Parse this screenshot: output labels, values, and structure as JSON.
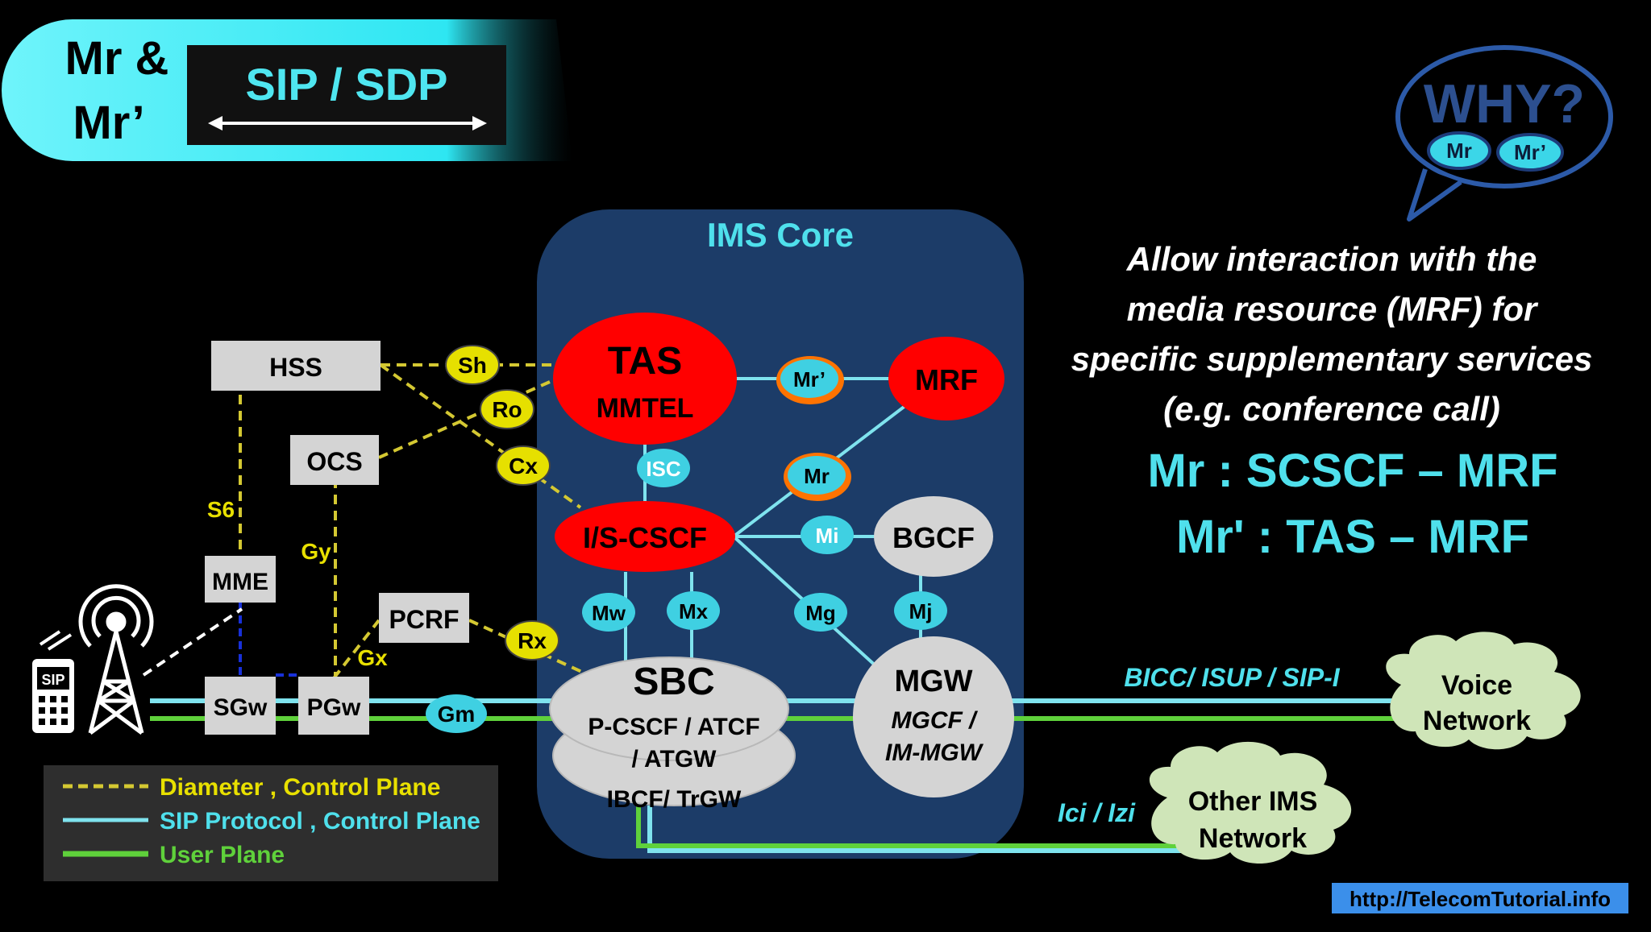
{
  "header": {
    "badge_line1": "Mr &",
    "badge_line2": "Mr’",
    "protocol": "SIP / SDP"
  },
  "bubble": {
    "question": "WHY?",
    "chip_mr": "Mr",
    "chip_mr_prime": "Mr’"
  },
  "explanation": {
    "lines": [
      "Allow interaction with the",
      "media resource (MRF) for",
      "specific supplementary services",
      "(e.g. conference call)"
    ],
    "def_mr": "Mr : SCSCF – MRF",
    "def_mr_prime": "Mr' : TAS – MRF"
  },
  "ims_core": {
    "title": "IMS Core",
    "tas": {
      "line1": "TAS",
      "line2": "MMTEL"
    },
    "mrf": "MRF",
    "cscf": "I/S-CSCF",
    "bgcf": "BGCF",
    "sbc": {
      "title": "SBC",
      "line1": "P-CSCF / ATCF",
      "line2": "/ ATGW",
      "line3": "IBCF/ TrGW"
    },
    "mgw": {
      "title": "MGW",
      "line1": "MGCF /",
      "line2": "IM-MGW"
    }
  },
  "epc": {
    "hss": "HSS",
    "ocs": "OCS",
    "pcrf": "PCRF",
    "mme": "MME",
    "sgw": "SGw",
    "pgw": "PGw",
    "ue_label": "SIP"
  },
  "interfaces": {
    "sh": "Sh",
    "ro": "Ro",
    "cx": "Cx",
    "rx": "Rx",
    "isc": "ISC",
    "mr_prime": "Mr’",
    "mr": "Mr",
    "mi": "Mi",
    "mw": "Mw",
    "mx": "Mx",
    "mg": "Mg",
    "mj": "Mj",
    "gm": "Gm",
    "s6": "S6",
    "gy": "Gy",
    "gx": "Gx"
  },
  "external": {
    "voice_line1": "Voice",
    "voice_line2": "Network",
    "bicc_label": "BICC/ ISUP / SIP-I",
    "other_line1": "Other IMS",
    "other_line2": "Network",
    "ici_label": "Ici / Izi"
  },
  "legend": {
    "diameter": "Diameter , Control Plane",
    "sip": "SIP Protocol , Control Plane",
    "user": "User Plane"
  },
  "footer": {
    "url": "http://TelecomTutorial.info"
  },
  "colors": {
    "diameter": "#d4c832",
    "sip": "#7fe3ee",
    "user": "#5fd13b",
    "ims_bg": "#1c3c68",
    "node_red": "#ff0000",
    "cyan_text": "#4fe0ec",
    "box_gray": "#d4d4d4",
    "cloud": "#cfe5b8"
  }
}
